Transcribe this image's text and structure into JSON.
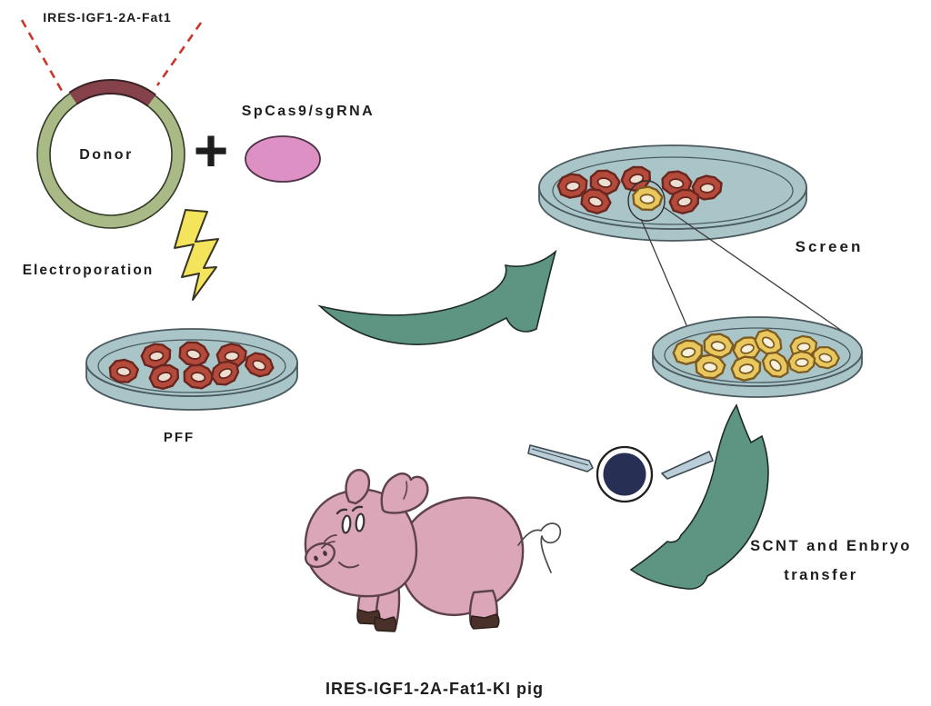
{
  "diagram": {
    "construct_label": "IRES-IGF1-2A-Fat1",
    "plasmid_label": "Donor",
    "plus_sign": "+",
    "nuclease_label": "SpCas9/sgRNA",
    "electroporation_label": "Electroporation",
    "pff_label": "PFF",
    "screen_label": "Screen",
    "scnt_label_line1": "SCNT and Enbryo",
    "scnt_label_line2": "transfer",
    "result_label": "IRES-IGF1-2A-Fat1-KI pig",
    "dishes": {
      "pff_dish": {
        "red_cell_count": 8
      },
      "screened_dish": {
        "red_cell_count": 7,
        "yellow_cell_count": 1,
        "highlight": "yellow colony circled"
      },
      "clone_dish": {
        "yellow_cell_count": 10
      }
    },
    "icons": {
      "plasmid": "circular-donor-vector-with-insert-icon",
      "lightning": "lightning-bolt-icon",
      "arrows": "curved-green-arrow-icon",
      "oocyte": "oocyte-microinjection-icon",
      "pig": "pig-icon",
      "dish": "petri-dish-icon"
    },
    "colors": {
      "plasmid_ring": "#a9ba87",
      "plasmid_insert": "#86424a",
      "dashed_leader": "#c9362b",
      "nuclease_fill": "#dc90c3",
      "lightning_fill": "#f4e45c",
      "dish_fill": "#aac5c8",
      "cell_red": "#b34a3c",
      "cell_yellow": "#e9c75f",
      "arrow_green": "#5e9482",
      "oocyte_fill": "#272f55",
      "pipette_fill": "#b9ced8",
      "pig_pink": "#dba6b8",
      "text": "#1d1d1d"
    }
  }
}
